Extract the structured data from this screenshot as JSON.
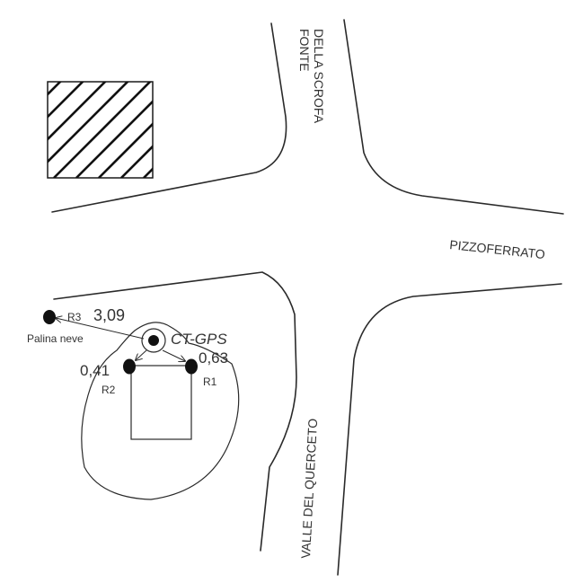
{
  "streets": {
    "fonte_line1": "FONTE",
    "fonte_line2": "DELLA SCROFA",
    "pizzoferrato": "PIZZOFERRATO",
    "valle": "VALLE DEL QUERCETO"
  },
  "points": {
    "ct_gps": "CT-GPS",
    "r1": "R1",
    "r2": "R2",
    "r3": "R3",
    "palina": "Palina neve"
  },
  "distances": {
    "r3": "3,09",
    "r2": "0,41",
    "r1": "0,63"
  },
  "colors": {
    "line": "#2a2a2a",
    "text": "#333333",
    "marker": "#111111"
  }
}
